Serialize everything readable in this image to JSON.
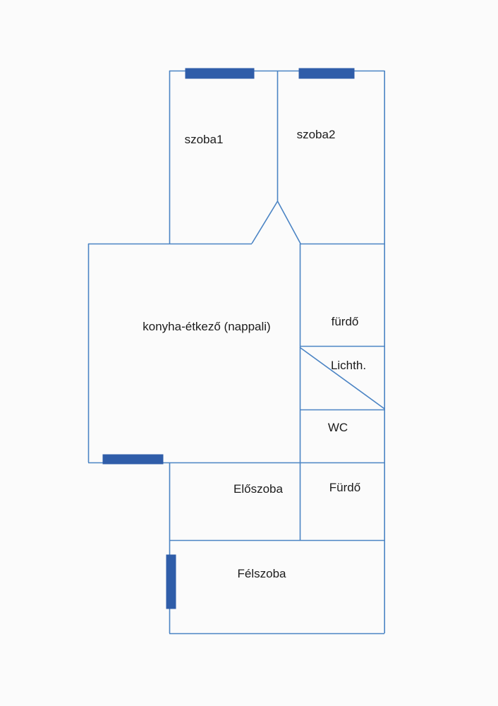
{
  "colors": {
    "wall": "#4b84c4",
    "window": "#2f5da9",
    "label": "#1c1c1c",
    "background": "#fbfbfb"
  },
  "rooms": {
    "szoba1": "szoba1",
    "szoba2": "szoba2",
    "konyha": "konyha-étkező (nappali)",
    "furdo_upper": "fürdő",
    "lichthof": "Lichth.",
    "wc": "WC",
    "eloszoba": "Előszoba",
    "furdo_lower": "Fürdő",
    "felszoba": "Félszoba"
  }
}
